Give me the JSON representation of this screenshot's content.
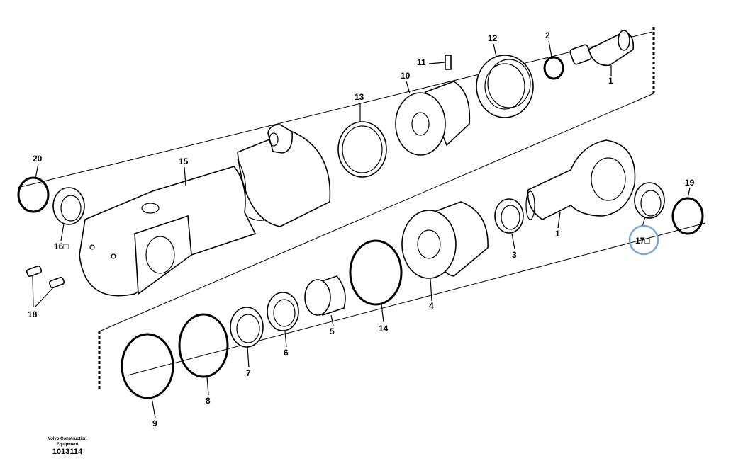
{
  "callouts": {
    "c1a": "1",
    "c1b": "1",
    "c2": "2",
    "c3": "3",
    "c4": "4",
    "c5": "5",
    "c6": "6",
    "c7": "7",
    "c8": "8",
    "c9": "9",
    "c10": "10",
    "c11": "11",
    "c12": "12",
    "c13": "13",
    "c14": "14",
    "c15": "15",
    "c16": "16□",
    "c17": "17□",
    "c18": "18",
    "c19": "19",
    "c20": "20"
  },
  "footer": {
    "line1": "Volvo Construction",
    "line2": "Equipment",
    "drawing_number": "1013114"
  },
  "highlight_color": "#7aa7d6"
}
